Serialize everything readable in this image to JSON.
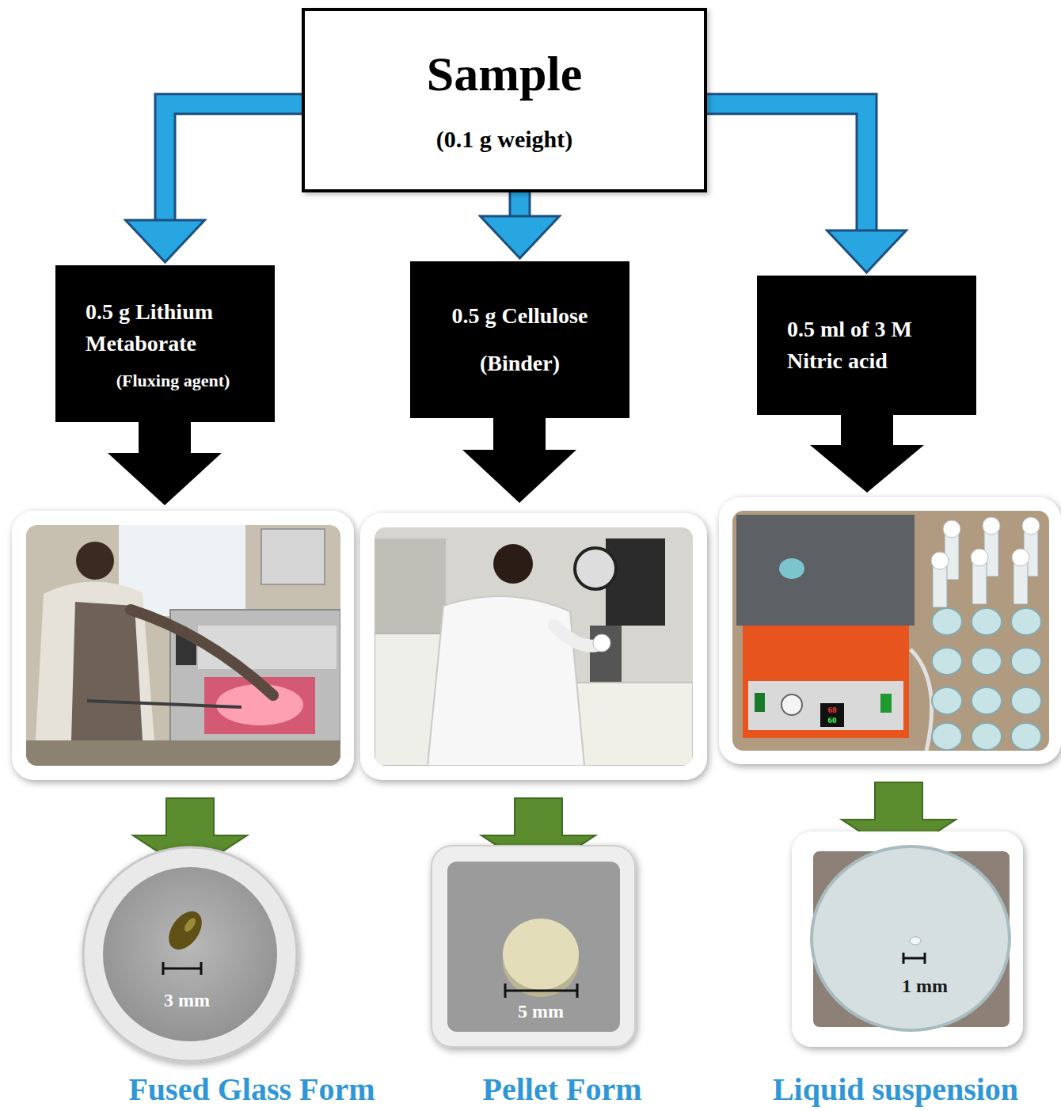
{
  "diagram": {
    "nodes": [
      {
        "text": [
          "Sample",
          "(0.1 g weight)"
        ]
      },
      {
        "text": [
          "0.5 g Lithium Metaborate",
          "(Fluxing agent)"
        ]
      },
      {
        "text": [
          "0.5 g Cellulose",
          "(Binder)"
        ]
      },
      {
        "text": [
          "0.5 ml of 3 M Nitric acid"
        ]
      }
    ],
    "edges": [
      {
        "from": 0,
        "to": 1,
        "arrow": "to"
      },
      {
        "from": 0,
        "to": 2,
        "arrow": "to"
      },
      {
        "from": 0,
        "to": 3,
        "arrow": "to"
      }
    ],
    "labels": [
      "3 mm",
      "5 mm",
      "1 mm",
      "Fused Glass Form",
      "Pellet Form",
      "Liquid suspension",
      "68",
      "60"
    ]
  }
}
